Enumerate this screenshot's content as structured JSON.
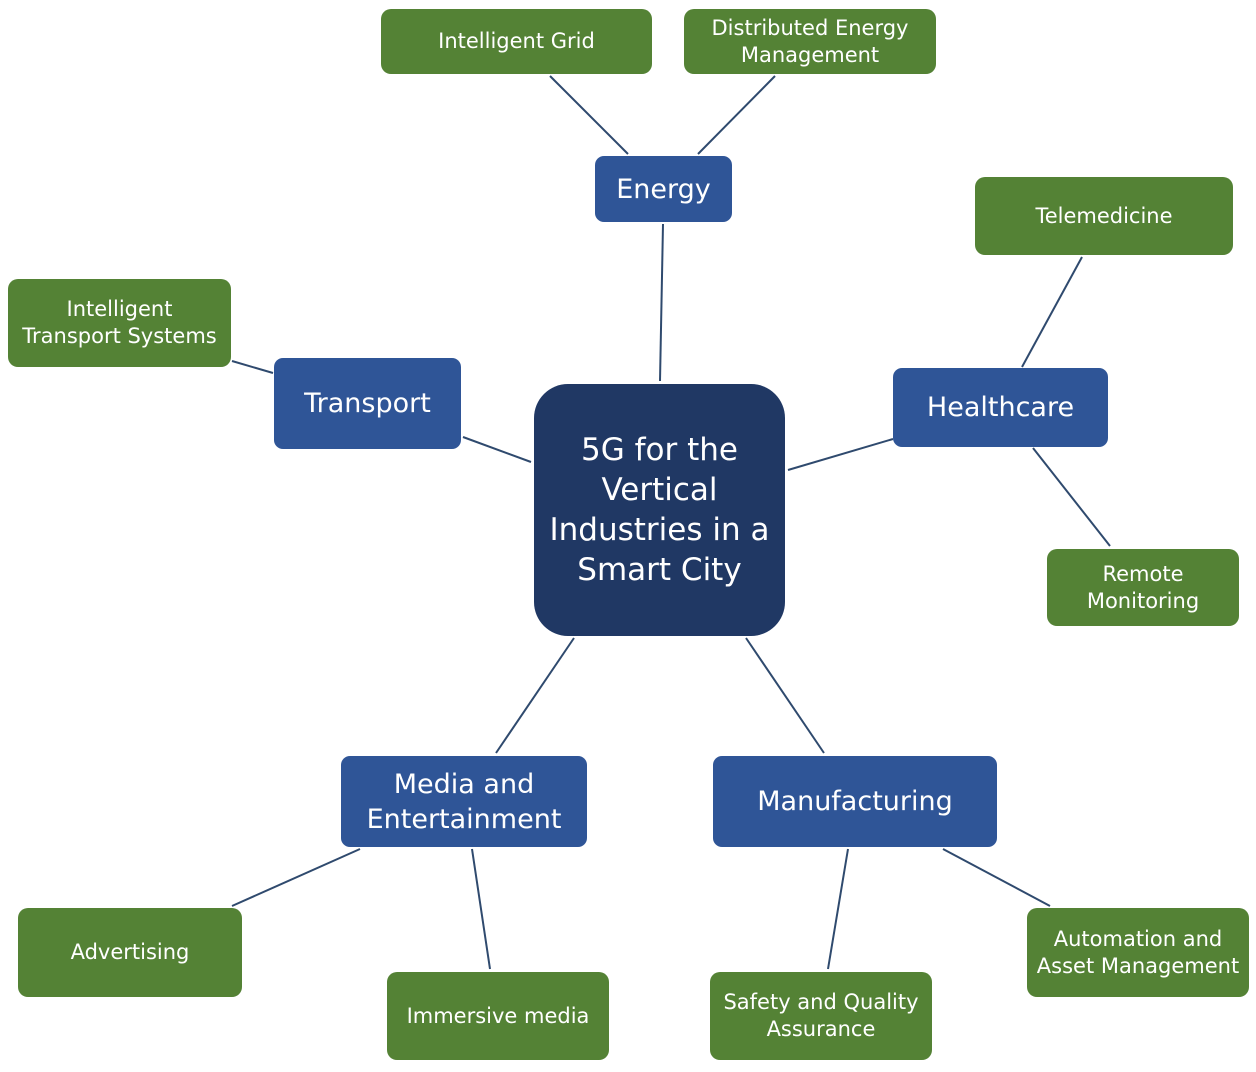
{
  "center": {
    "label": "5G for the\nVertical\nIndustries in a\nSmart City"
  },
  "categories": {
    "energy": {
      "label": "Energy"
    },
    "transport": {
      "label": "Transport"
    },
    "healthcare": {
      "label": "Healthcare"
    },
    "media": {
      "label": "Media and\nEntertainment"
    },
    "manufacturing": {
      "label": "Manufacturing"
    }
  },
  "leaves": {
    "intelligent_grid": {
      "label": "Intelligent Grid"
    },
    "distributed_energy": {
      "label": "Distributed Energy\nManagement"
    },
    "telemedicine": {
      "label": "Telemedicine"
    },
    "remote_monitoring": {
      "label": "Remote\nMonitoring"
    },
    "its": {
      "label": "Intelligent\nTransport Systems"
    },
    "advertising": {
      "label": "Advertising"
    },
    "immersive_media": {
      "label": "Immersive media"
    },
    "safety_quality": {
      "label": "Safety and Quality\nAssurance"
    },
    "automation": {
      "label": "Automation and\nAsset Management"
    }
  },
  "colors": {
    "center_fill": "#203864",
    "category_fill": "#2f5597",
    "leaf_fill": "#548235",
    "connector": "#2f4a6e"
  }
}
